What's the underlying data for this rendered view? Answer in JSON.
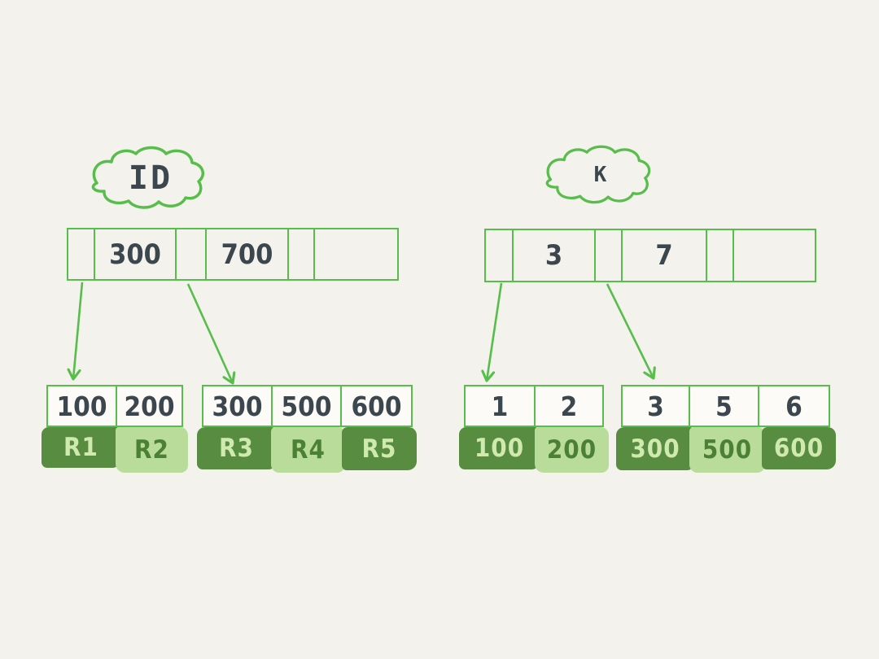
{
  "palette": {
    "background": "#f3f2ec",
    "stroke_green": "#57bd4b",
    "dark_green": "#578c41",
    "light_green": "#b9dc9b",
    "light_green_text": "#cfe9ae",
    "dark_green_text": "#4b8035",
    "ink": "#3c464e",
    "cell_bg": "#fcfbf7"
  },
  "trees": {
    "left": {
      "label": "ID",
      "root_cells": [
        "",
        "300",
        "",
        "700",
        "",
        ""
      ],
      "leaves": [
        {
          "keys": [
            "100",
            "200"
          ],
          "records": [
            "R1",
            "R2"
          ]
        },
        {
          "keys": [
            "300",
            "500",
            "600"
          ],
          "records": [
            "R3",
            "R4",
            "R5"
          ]
        }
      ]
    },
    "right": {
      "label": "K",
      "root_cells": [
        "",
        "3",
        "",
        "7",
        "",
        ""
      ],
      "leaves": [
        {
          "keys": [
            "1",
            "2"
          ],
          "records": [
            "100",
            "200"
          ]
        },
        {
          "keys": [
            "3",
            "5",
            "6"
          ],
          "records": [
            "300",
            "500",
            "600"
          ]
        }
      ]
    }
  }
}
